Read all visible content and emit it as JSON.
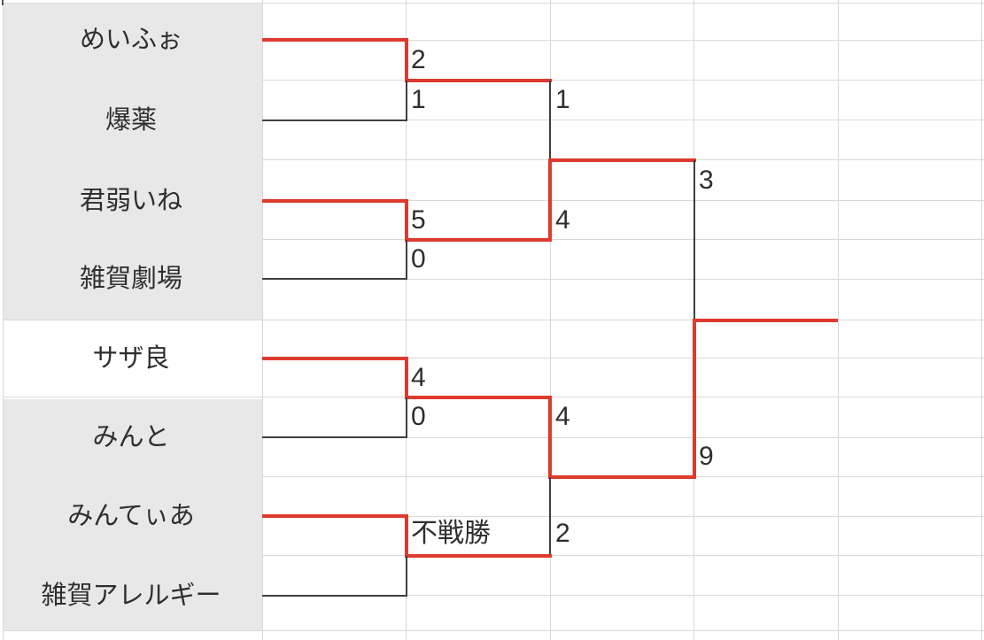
{
  "bracket": {
    "round1": [
      {
        "player1": "めいふぉ",
        "score1": "2",
        "player2": "爆薬",
        "score2": "1",
        "winner": "めいふぉ"
      },
      {
        "player1": "君弱いね",
        "score1": "5",
        "player2": "雑賀劇場",
        "score2": "0",
        "winner": "君弱いね"
      },
      {
        "player1": "サザ良",
        "score1": "4",
        "player2": "みんと",
        "score2": "0",
        "winner": "サザ良"
      },
      {
        "player1": "みんてぃあ",
        "score1": "不戦勝",
        "player2": "雑賀アレルギー",
        "score2": "",
        "winner": "みんてぃあ"
      }
    ],
    "semifinals": [
      {
        "player1": "めいふぉ",
        "score1": "1",
        "player2": "君弱いね",
        "score2": "4",
        "winner": "君弱いね"
      },
      {
        "player1": "サザ良",
        "score1": "4",
        "player2": "みんてぃあ",
        "score2": "2",
        "winner": "サザ良"
      }
    ],
    "final": {
      "player1": "君弱いね",
      "score1": "3",
      "player2": "サザ良",
      "score2": "9",
      "winner": "サザ良"
    }
  },
  "colors": {
    "winner_path": "#dd3a2d",
    "loser_path": "#3f3f3f",
    "gridline": "#d9d9d9",
    "name_cell_bg": "#e8e8e8",
    "text": "#2e2e2e"
  }
}
